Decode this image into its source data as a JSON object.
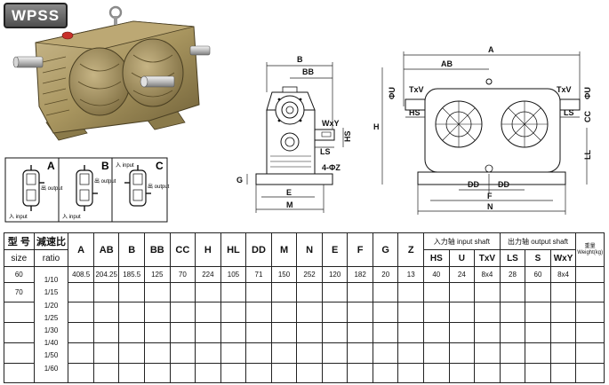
{
  "brand": {
    "model": "WPSS"
  },
  "configs": [
    {
      "letter": "A",
      "input": "入 input",
      "output": "出 output"
    },
    {
      "letter": "B",
      "input": "入 input",
      "output": "出 output"
    },
    {
      "letter": "C",
      "input": "入 input",
      "output": "出 output"
    }
  ],
  "side_view": {
    "dims": [
      "B",
      "BB",
      "WxY",
      "LS",
      "4-ΦZ",
      "G",
      "E",
      "M",
      "HS",
      "H"
    ]
  },
  "front_view": {
    "dims": [
      "A",
      "AB",
      "TxV",
      "TxV",
      "ΦU",
      "ΦU",
      "HS",
      "LS",
      "CC",
      "LL",
      "DD",
      "DD",
      "F",
      "N"
    ]
  },
  "table": {
    "headers": {
      "size_zh": "型 号",
      "size_en": "size",
      "ratio_zh": "減速比",
      "ratio_en": "ratio",
      "cols": [
        "A",
        "AB",
        "B",
        "BB",
        "CC",
        "H",
        "HL",
        "DD",
        "M",
        "N",
        "E",
        "F",
        "G",
        "Z"
      ],
      "input_group": "入力轴 input shaft",
      "output_group": "出力轴 output shaft",
      "weight": "重量 Weight(kg)",
      "input_cols": [
        "HS",
        "U",
        "TxV"
      ],
      "output_cols": [
        "LS",
        "S",
        "WxY"
      ]
    },
    "sizes": [
      "60",
      "70"
    ],
    "ratios": [
      "1/10",
      "1/15",
      "1/20",
      "1/25",
      "1/30",
      "1/40",
      "1/50",
      "1/60"
    ],
    "row60": [
      "408.5",
      "204.25",
      "185.5",
      "125",
      "70",
      "224",
      "105",
      "71",
      "150",
      "252",
      "120",
      "182",
      "20",
      "13",
      "40",
      "24",
      "8x4",
      "28",
      "60",
      "8x4",
      ""
    ]
  }
}
